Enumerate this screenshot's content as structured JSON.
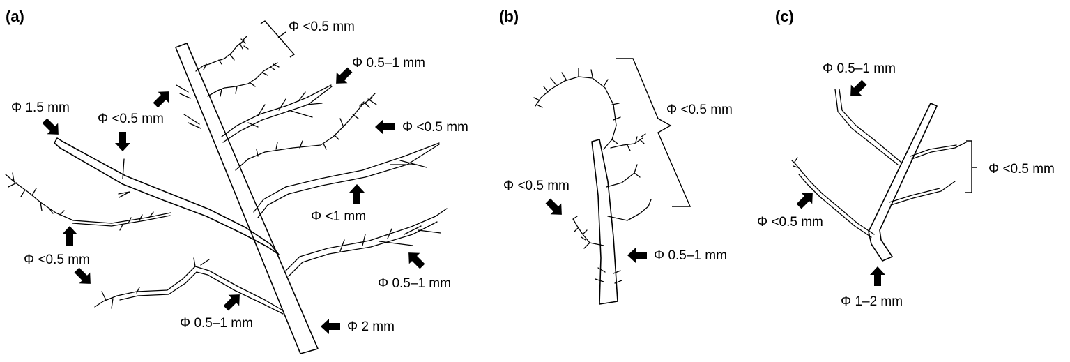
{
  "panels": {
    "a": {
      "letter": "(a)",
      "labels": {
        "top_bracket": "Φ <0.5 mm",
        "upper_right": "Φ 0.5–1 mm",
        "right_fine": "Φ <0.5 mm",
        "left_thick": "Φ 1.5 mm",
        "upper_left_fine": "Φ <0.5 mm",
        "mid_right": "Φ <1 mm",
        "lower_right": "Φ 0.5–1 mm",
        "lower_left": "Φ <0.5 mm",
        "bottom_mid": "Φ 0.5–1 mm",
        "main_root": "Φ 2 mm"
      }
    },
    "b": {
      "letter": "(b)",
      "labels": {
        "bracket": "Φ <0.5 mm",
        "left_fine": "Φ <0.5 mm",
        "main_root": "Φ 0.5–1 mm"
      }
    },
    "c": {
      "letter": "(c)",
      "labels": {
        "top": "Φ 0.5–1 mm",
        "bracket": "Φ <0.5 mm",
        "left_fine": "Φ <0.5 mm",
        "main_root": "Φ 1–2 mm"
      }
    }
  }
}
